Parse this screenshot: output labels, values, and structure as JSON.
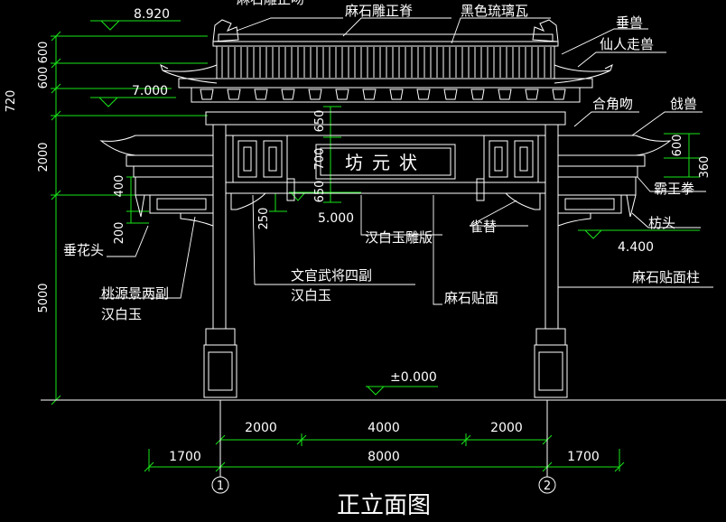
{
  "drawing_title": "正立面图",
  "plaque_text": "坊元状",
  "elevations": {
    "top": "8.920",
    "eave": "7.000",
    "beam": "5.000",
    "side_eave": "4.400",
    "ground": "±0.000"
  },
  "left_dims": [
    "600",
    "600",
    "720",
    "2000",
    "400",
    "200",
    "5000"
  ],
  "inner_dims": [
    "650",
    "700",
    "650",
    "250",
    "600",
    "360"
  ],
  "bottom_dims": {
    "span_left": "2000",
    "span_mid": "4000",
    "span_right": "2000",
    "total": "8000",
    "side_left": "1700",
    "side_right": "1700"
  },
  "axes": [
    "1",
    "2"
  ],
  "labels": {
    "ridge_top": "麻石雕正吻",
    "ridge": "麻石雕正脊",
    "tile": "黑色琉璃瓦",
    "hanging_beast": "垂兽",
    "immortal": "仙人走兽",
    "corner_kiss": "合角吻",
    "qiang_beast": "戗兽",
    "bawang": "霸王拳",
    "fangtou": "枋头",
    "queti": "雀替",
    "hanbaiyu_board": "汉白玉雕版",
    "chuihua": "垂花头",
    "taoyuan": "桃源景两副",
    "taoyuan2": "汉白玉",
    "wenguan": "文官武将四副",
    "wenguan2": "汉白玉",
    "mashi_tie": "麻石贴面",
    "mashi_col": "麻石贴面柱"
  }
}
